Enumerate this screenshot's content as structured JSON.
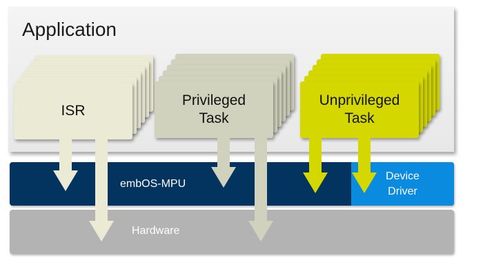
{
  "application": {
    "title": "Application"
  },
  "tasks": {
    "isr": {
      "label": "ISR",
      "color": "#ebebd5"
    },
    "privileged": {
      "label": "Privileged Task",
      "line1": "Privileged",
      "line2": "Task",
      "color": "#d0d2bd"
    },
    "unprivileged": {
      "label": "Unprivileged Task",
      "line1": "Unprivileged",
      "line2": "Task",
      "color": "#d4d800"
    }
  },
  "layers": {
    "embos": {
      "label": "embOS-MPU",
      "color": "#02345f"
    },
    "device_driver": {
      "label": "Device Driver",
      "line1": "Device",
      "line2": "Driver",
      "color": "#0b8be0"
    },
    "hardware": {
      "label": "Hardware",
      "color": "#b3b3b3"
    }
  },
  "arrows": [
    {
      "from": "ISR",
      "to": "embOS-MPU"
    },
    {
      "from": "ISR",
      "to": "Hardware"
    },
    {
      "from": "Privileged Task",
      "to": "embOS-MPU"
    },
    {
      "from": "Privileged Task",
      "to": "Hardware"
    },
    {
      "from": "Unprivileged Task",
      "to": "embOS-MPU"
    },
    {
      "from": "Unprivileged Task",
      "to": "Device Driver"
    }
  ]
}
